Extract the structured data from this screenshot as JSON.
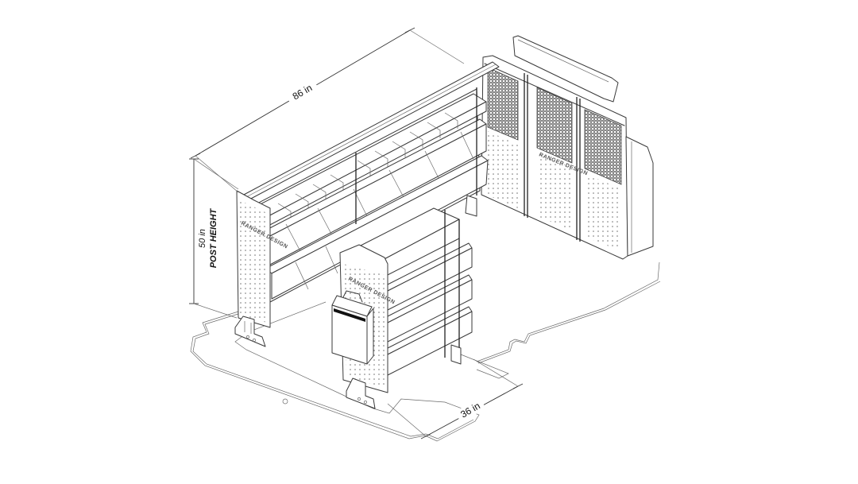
{
  "diagram": {
    "type": "isometric technical line drawing",
    "subject": "cargo van shelving package",
    "background_color": "#ffffff",
    "line_color": "#3a3a3a",
    "components": [
      {
        "name": "long-shelving-unit",
        "description": "multi-tier shelving with bins along driver side wall"
      },
      {
        "name": "short-shelving-unit",
        "description": "narrow shelving unit with drawers/tray and case holder"
      },
      {
        "name": "partition",
        "description": "perforated mesh bulkhead partition with three panels"
      },
      {
        "name": "roof-rack-bar",
        "description": "top bar spanning shelving length"
      },
      {
        "name": "floor-outline",
        "description": "van floor outline"
      },
      {
        "name": "case-holder",
        "description": "carry case mounted on short unit side panel"
      }
    ]
  },
  "dimensions": {
    "length": {
      "label": "86 in",
      "value": 86,
      "unit": "in"
    },
    "height": {
      "label": "50 in",
      "value": 50,
      "unit": "in",
      "caption": "POST HEIGHT"
    },
    "depth": {
      "label": "36 in",
      "value": 36,
      "unit": "in"
    }
  },
  "logos": {
    "panel_logo": "RANGER DESIGN"
  }
}
